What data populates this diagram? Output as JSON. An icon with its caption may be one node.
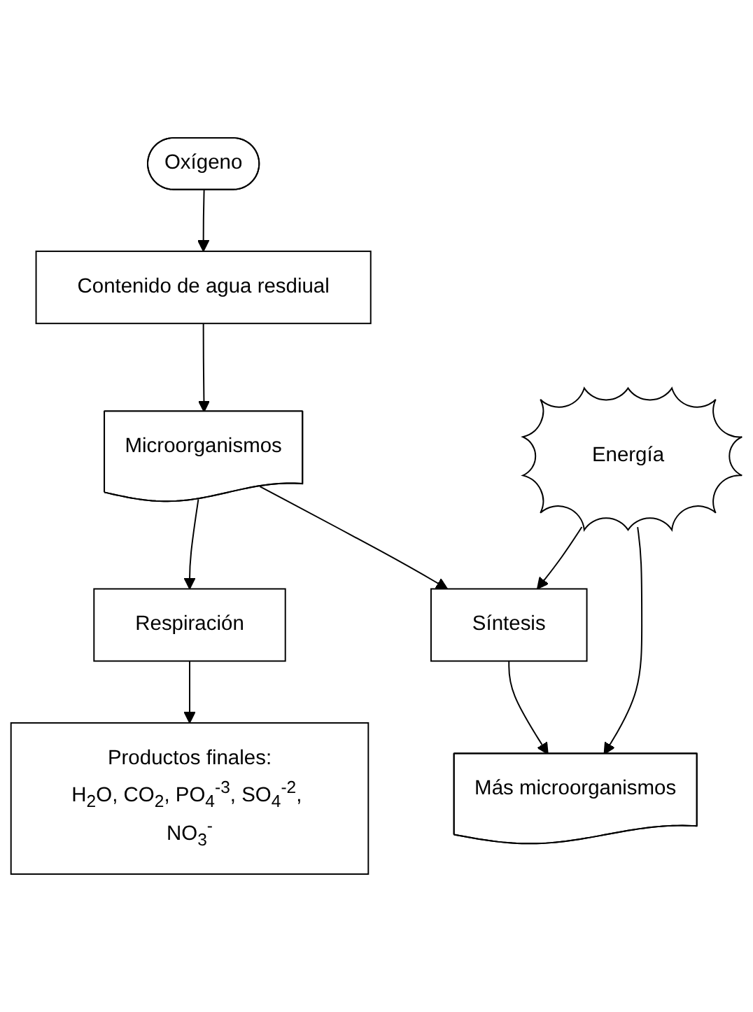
{
  "diagram": {
    "nodes": [
      {
        "text": [
          "Oxígeno"
        ]
      },
      {
        "text": [
          "Contenido de agua resdiual"
        ]
      },
      {
        "text": [
          "Microorganismos"
        ]
      },
      {
        "text": [
          "Respiración"
        ]
      },
      {
        "text": [
          "Síntesis"
        ]
      },
      {
        "text": [
          "Productos finales:",
          "H$_{2}$O, CO$_{2}$, PO$_{4}$$^{-3}$, SO$_{4}$$^{-2}$, NO$_{3}$$^{-}$"
        ]
      },
      {
        "text": [
          "Energía"
        ]
      },
      {
        "text": [
          "Más microorganismos"
        ]
      }
    ],
    "edges": [
      {
        "from": 0,
        "to": 1,
        "arrow": "to"
      },
      {
        "from": 1,
        "to": 2,
        "arrow": "to"
      },
      {
        "from": 2,
        "to": 3,
        "arrow": "to"
      },
      {
        "from": 2,
        "to": 4,
        "arrow": "to"
      },
      {
        "from": 3,
        "to": 5,
        "arrow": "to"
      },
      {
        "from": 4,
        "to": 7,
        "arrow": "to"
      },
      {
        "from": 6,
        "to": 4,
        "arrow": "to"
      },
      {
        "from": 6,
        "to": 7,
        "arrow": "to"
      }
    ]
  }
}
